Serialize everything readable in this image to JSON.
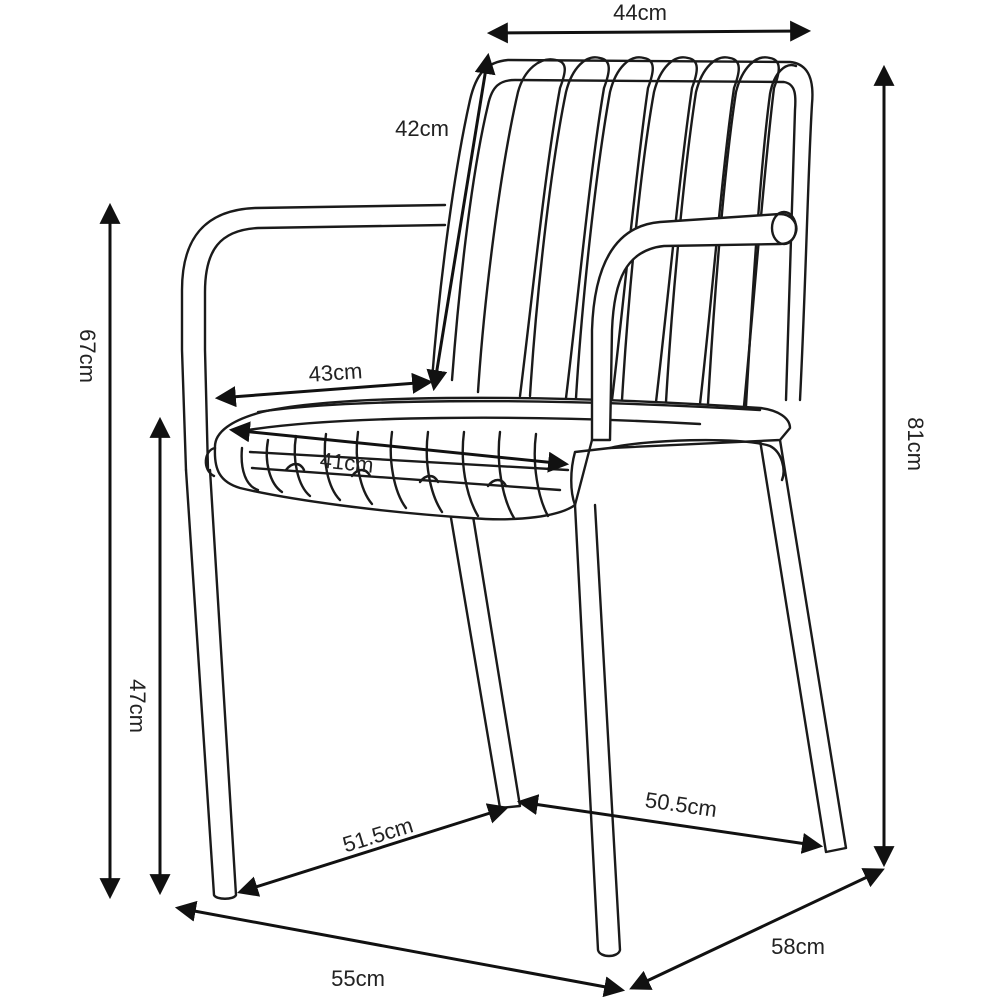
{
  "diagram": {
    "subject": "armchair",
    "dimensions": {
      "backrest_width": "44cm",
      "backrest_height": "42cm",
      "seat_width": "43cm",
      "seat_depth": "41cm",
      "armrest_height": "67cm",
      "seat_height": "47cm",
      "total_height": "81cm",
      "leg_span_left": "51.5cm",
      "leg_span_right": "50.5cm",
      "overall_width": "55cm",
      "overall_depth": "58cm"
    },
    "line_color": "#1a1a1a",
    "background": "#ffffff"
  }
}
